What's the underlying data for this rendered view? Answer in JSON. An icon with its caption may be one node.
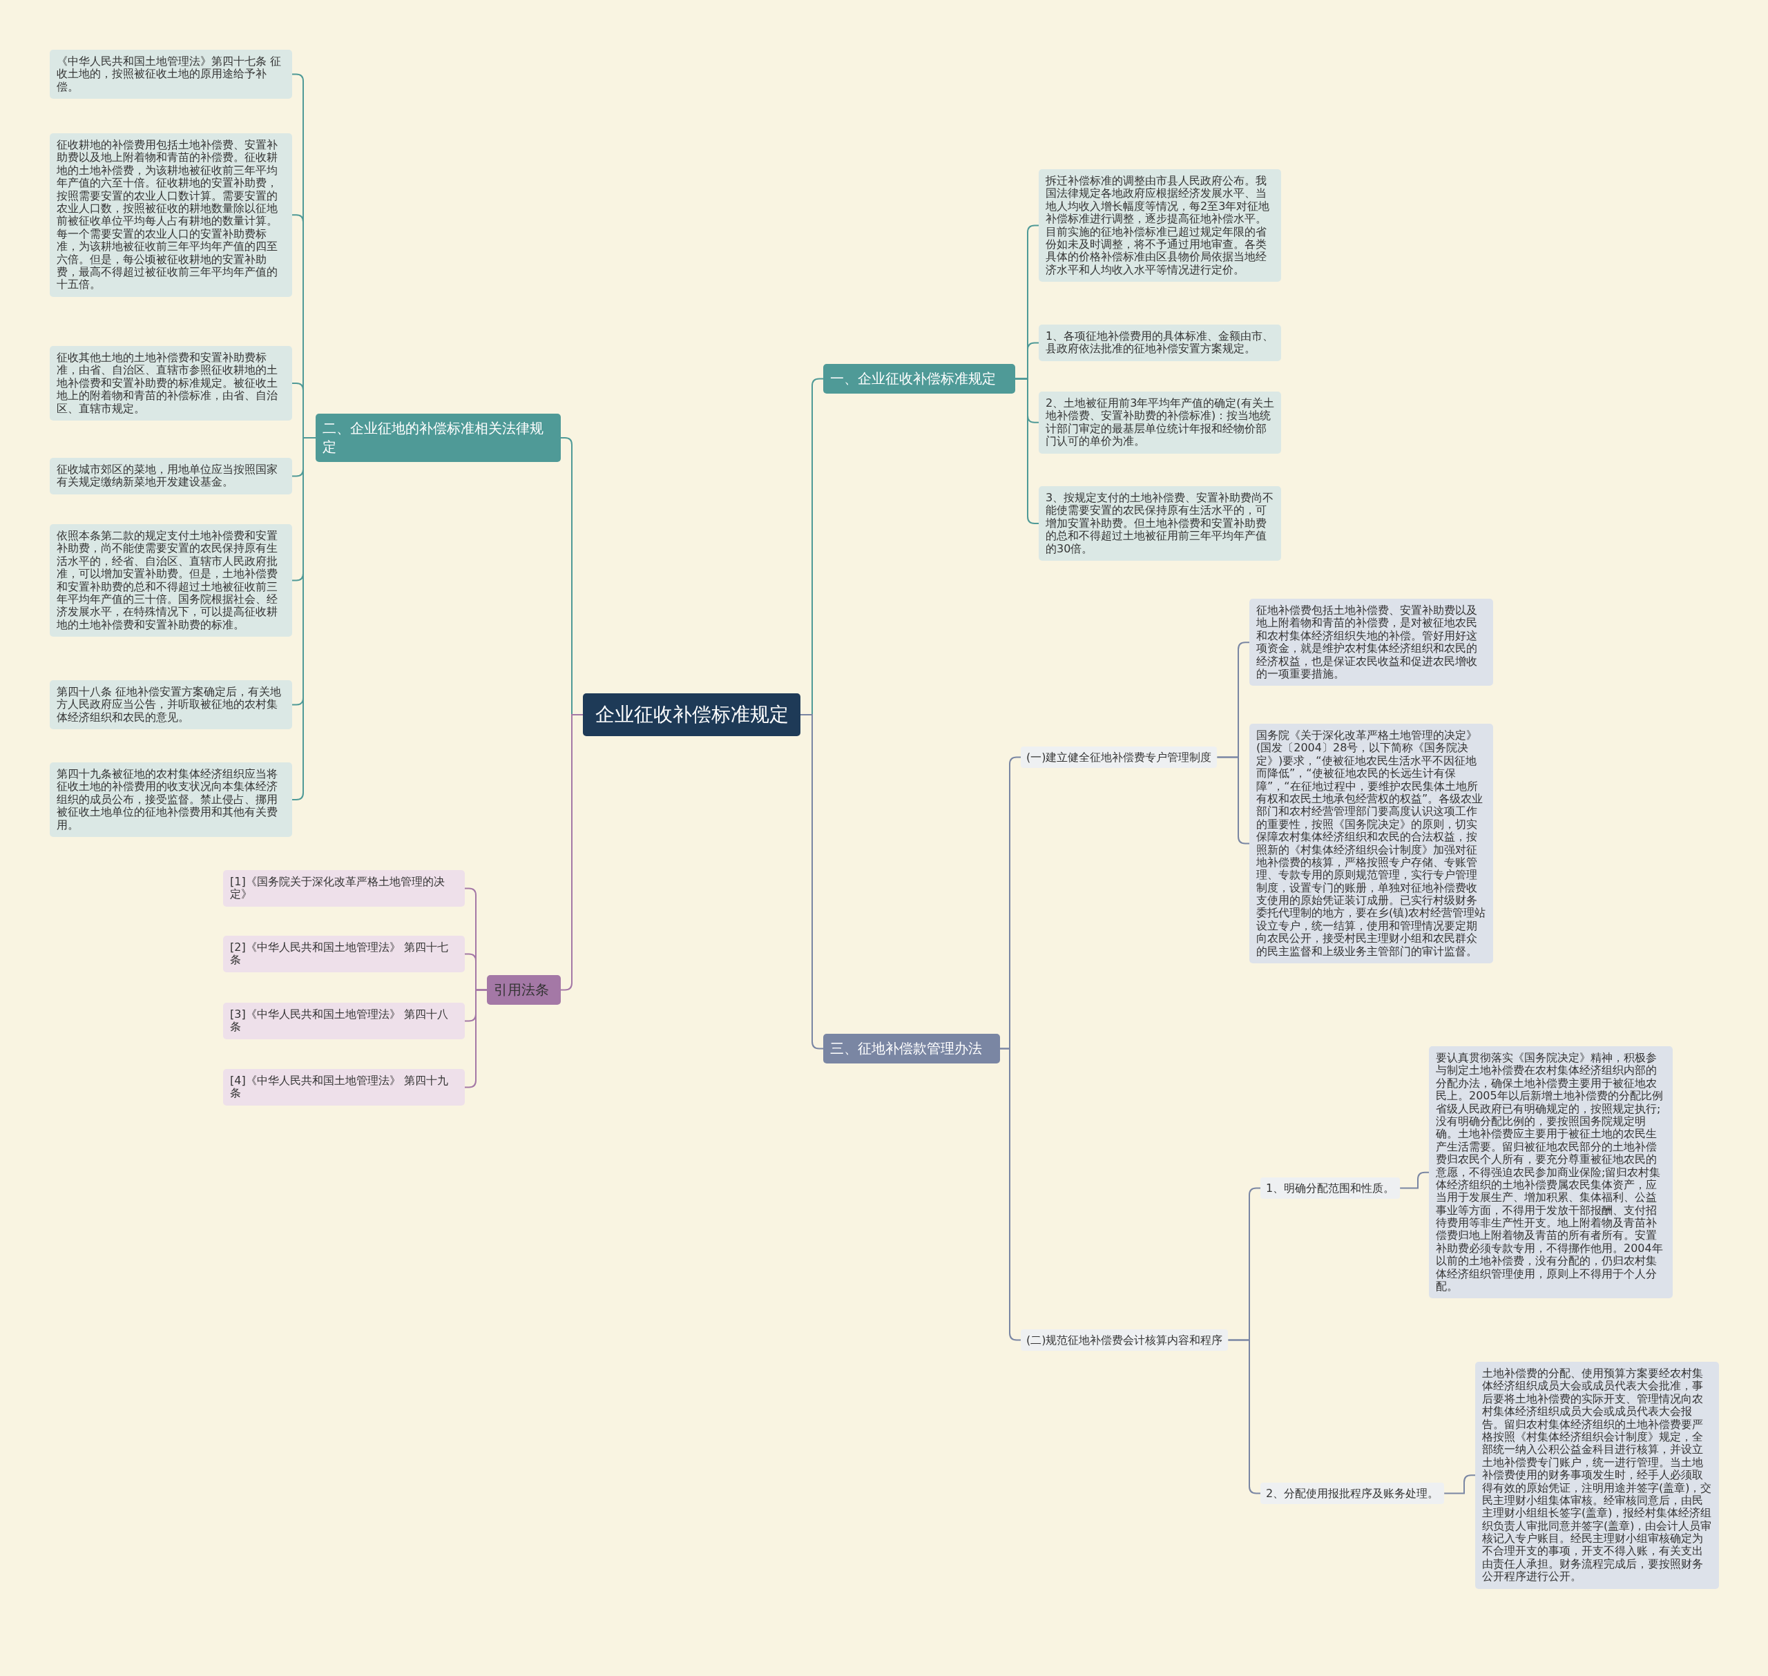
{
  "diagram": {
    "nodes": [
      {
        "text": [
          "企业征收补偿标准规定"
        ]
      },
      {
        "text": [
          "一、企业征收补偿标准规定"
        ]
      },
      {
        "text": [
          "拆迁补偿标准的调整由市县人民政府公布。我国法律规定各地政府应根据经济发展水平、当地人均收入增长幅度等情况，每2至3年对征地补偿标准进行调整，逐步提高征地补偿水平。目前实施的征地补偿标准已超过规定年限的省份如未及时调整，将不予通过用地审查。各类具体的价格补偿标准由区县物价局依据当地经济水平和人均收入水平等情况进行定价。"
        ]
      },
      {
        "text": [
          "1、各项征地补偿费用的具体标准、金额由市、县政府依法批准的征地补偿安置方案规定。"
        ]
      },
      {
        "text": [
          "2、土地被征用前3年平均年产值的确定(有关土地补偿费、安置补助费的补偿标准)：按当地统计部门审定的最基层单位统计年报和经物价部门认可的单价为准。"
        ]
      },
      {
        "text": [
          "3、按规定支付的土地补偿费、安置补助费尚不能使需要安置的农民保持原有生活水平的，可增加安置补助费。但土地补偿费和安置补助费的总和不得超过土地被征用前三年平均年产值的30倍。"
        ]
      },
      {
        "text": [
          "二、企业征地的补偿标准相关法律规定"
        ]
      },
      {
        "text": [
          "《中华人民共和国土地管理法》第四十七条 征收土地的，按照被征收土地的原用途给予补偿。"
        ]
      },
      {
        "text": [
          "征收耕地的补偿费用包括土地补偿费、安置补助费以及地上附着物和青苗的补偿费。征收耕地的土地补偿费，为该耕地被征收前三年平均年产值的六至十倍。征收耕地的安置补助费，按照需要安置的农业人口数计算。需要安置的农业人口数，按照被征收的耕地数量除以征地前被征收单位平均每人占有耕地的数量计算。每一个需要安置的农业人口的安置补助费标准，为该耕地被征收前三年平均年产值的四至六倍。但是，每公顷被征收耕地的安置补助费，最高不得超过被征收前三年平均年产值的十五倍。"
        ]
      },
      {
        "text": [
          "征收其他土地的土地补偿费和安置补助费标准，由省、自治区、直辖市参照征收耕地的土地补偿费和安置补助费的标准规定。被征收土地上的附着物和青苗的补偿标准，由省、自治区、直辖市规定。"
        ]
      },
      {
        "text": [
          "征收城市郊区的菜地，用地单位应当按照国家有关规定缴纳新菜地开发建设基金。"
        ]
      },
      {
        "text": [
          "依照本条第二款的规定支付土地补偿费和安置补助费，尚不能使需要安置的农民保持原有生活水平的，经省、自治区、直辖市人民政府批准，可以增加安置补助费。但是，土地补偿费和安置补助费的总和不得超过土地被征收前三年平均年产值的三十倍。国务院根据社会、经济发展水平，在特殊情况下，可以提高征收耕地的土地补偿费和安置补助费的标准。"
        ]
      },
      {
        "text": [
          "第四十八条 征地补偿安置方案确定后，有关地方人民政府应当公告，并听取被征地的农村集体经济组织和农民的意见。"
        ]
      },
      {
        "text": [
          "第四十九条被征地的农村集体经济组织应当将征收土地的补偿费用的收支状况向本集体经济组织的成员公布，接受监督。禁止侵占、挪用被征收土地单位的征地补偿费用和其他有关费用。"
        ]
      },
      {
        "text": [
          "三、征地补偿款管理办法"
        ]
      },
      {
        "text": [
          "(一)建立健全征地补偿费专户管理制度"
        ]
      },
      {
        "text": [
          "征地补偿费包括土地补偿费、安置补助费以及地上附着物和青苗的补偿费，是对被征地农民和农村集体经济组织失地的补偿。管好用好这项资金，就是维护农村集体经济组织和农民的经济权益，也是保证农民收益和促进农民增收的一项重要措施。"
        ]
      },
      {
        "text": [
          "国务院《关于深化改革严格土地管理的决定》(国发〔2004〕28号，以下简称《国务院决定》)要求，“使被征地农民生活水平不因征地而降低”，“使被征地农民的长远生计有保障”，“在征地过程中，要维护农民集体土地所有权和农民土地承包经营权的权益”。各级农业部门和农村经营管理部门要高度认识这项工作的重要性，按照《国务院决定》的原则，切实保障农村集体经济组织和农民的合法权益，按照新的《村集体经济组织会计制度》加强对征地补偿费的核算，严格按照专户存储、专账管理、专款专用的原则规范管理，实行专户管理制度，设置专门的账册，单独对征地补偿费收支使用的原始凭证装订成册。已实行村级财务委托代理制的地方，要在乡(镇)农村经营管理站设立专户，统一结算，使用和管理情况要定期向农民公开，接受村民主理财小组和农民群众的民主监督和上级业务主管部门的审计监督。"
        ]
      },
      {
        "text": [
          "(二)规范征地补偿费会计核算内容和程序"
        ]
      },
      {
        "text": [
          "1、明确分配范围和性质。"
        ]
      },
      {
        "text": [
          "要认真贯彻落实《国务院决定》精神，积极参与制定土地补偿费在农村集体经济组织内部的分配办法，确保土地补偿费主要用于被征地农民上。2005年以后新增土地补偿费的分配比例省级人民政府已有明确规定的，按照规定执行;没有明确分配比例的，要按照国务院规定明确。土地补偿费应主要用于被征土地的农民生产生活需要。留归被征地农民部分的土地补偿费归农民个人所有，要充分尊重被征地农民的意愿，不得强迫农民参加商业保险;留归农村集体经济组织的土地补偿费属农民集体资产，应当用于发展生产、增加积累、集体福利、公益事业等方面，不得用于发放干部报酬、支付招待费用等非生产性开支。地上附着物及青苗补偿费归地上附着物及青苗的所有者所有。安置补助费必须专款专用，不得挪作他用。2004年以前的土地补偿费，没有分配的，仍归农村集体经济组织管理使用，原则上不得用于个人分配。"
        ]
      },
      {
        "text": [
          "2、分配使用报批程序及账务处理。"
        ]
      },
      {
        "text": [
          "土地补偿费的分配、使用预算方案要经农村集体经济组织成员大会或成员代表大会批准，事后要将土地补偿费的实际开支、管理情况向农村集体经济组织成员大会或成员代表大会报告。留归农村集体经济组织的土地补偿费要严格按照《村集体经济组织会计制度》规定，全部统一纳入公积公益金科目进行核算，并设立土地补偿费专门账户，统一进行管理。当土地补偿费使用的财务事项发生时，经手人必须取得有效的原始凭证，注明用途并签字(盖章)，交民主理财小组集体审核。经审核同意后，由民主理财小组组长签字(盖章)，报经村集体经济组织负责人审批同意并签字(盖章)，由会计人员审核记入专户账目。经民主理财小组审核确定为不合理开支的事项，开支不得入账，有关支出由责任人承担。财务流程完成后，要按照财务公开程序进行公开。"
        ]
      },
      {
        "text": [
          "引用法条"
        ]
      },
      {
        "text": [
          "[1]《国务院关于深化改革严格土地管理的决定》"
        ]
      },
      {
        "text": [
          "[2]《中华人民共和国土地管理法》 第四十七条"
        ]
      },
      {
        "text": [
          "[3]《中华人民共和国土地管理法》 第四十八条"
        ]
      },
      {
        "text": [
          "[4]《中华人民共和国土地管理法》 第四十九条"
        ]
      }
    ],
    "edges": [
      {
        "from": 0,
        "to": 1,
        "arrow": "none"
      },
      {
        "from": 1,
        "to": 2,
        "arrow": "none"
      },
      {
        "from": 1,
        "to": 3,
        "arrow": "none"
      },
      {
        "from": 1,
        "to": 4,
        "arrow": "none"
      },
      {
        "from": 1,
        "to": 5,
        "arrow": "none"
      },
      {
        "from": 0,
        "to": 6,
        "arrow": "none"
      },
      {
        "from": 6,
        "to": 7,
        "arrow": "none"
      },
      {
        "from": 6,
        "to": 8,
        "arrow": "none"
      },
      {
        "from": 6,
        "to": 9,
        "arrow": "none"
      },
      {
        "from": 6,
        "to": 10,
        "arrow": "none"
      },
      {
        "from": 6,
        "to": 11,
        "arrow": "none"
      },
      {
        "from": 6,
        "to": 12,
        "arrow": "none"
      },
      {
        "from": 6,
        "to": 13,
        "arrow": "none"
      },
      {
        "from": 0,
        "to": 14,
        "arrow": "none",
        "color": "#7a86a3"
      },
      {
        "from": 14,
        "to": 15,
        "arrow": "none",
        "color": "#7a86a3"
      },
      {
        "from": 15,
        "to": 16,
        "arrow": "none",
        "color": "#7a86a3"
      },
      {
        "from": 15,
        "to": 17,
        "arrow": "none",
        "color": "#7a86a3"
      },
      {
        "from": 14,
        "to": 18,
        "arrow": "none",
        "color": "#7a86a3"
      },
      {
        "from": 18,
        "to": 19,
        "arrow": "none",
        "color": "#7a86a3"
      },
      {
        "from": 19,
        "to": 20,
        "arrow": "none",
        "color": "#7a86a3"
      },
      {
        "from": 18,
        "to": 21,
        "arrow": "none",
        "color": "#7a86a3"
      },
      {
        "from": 21,
        "to": 22,
        "arrow": "none",
        "color": "#7a86a3"
      },
      {
        "from": 0,
        "to": 23,
        "arrow": "none",
        "color": "#a478a6"
      },
      {
        "from": 23,
        "to": 24,
        "arrow": "none",
        "color": "#a478a6"
      },
      {
        "from": 23,
        "to": 25,
        "arrow": "none",
        "color": "#a478a6"
      },
      {
        "from": 23,
        "to": 26,
        "arrow": "none",
        "color": "#a478a6"
      },
      {
        "from": 23,
        "to": 27,
        "arrow": "none",
        "color": "#a478a6"
      }
    ]
  }
}
